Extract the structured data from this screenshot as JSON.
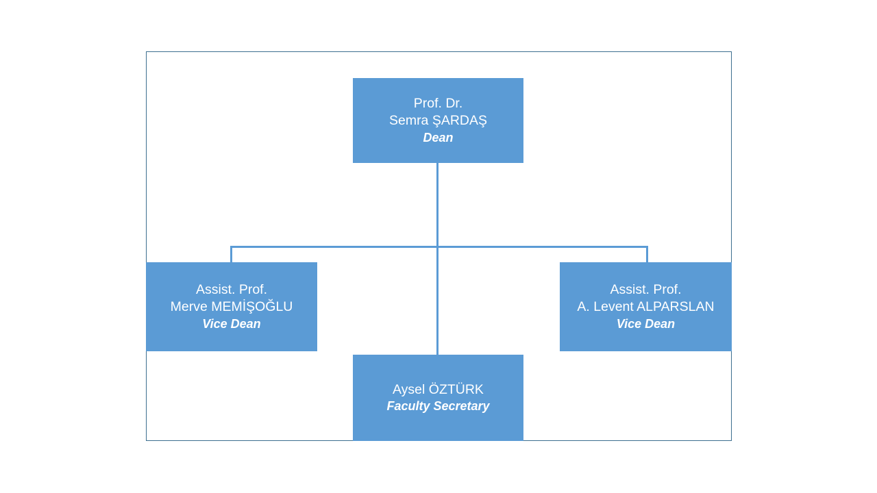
{
  "chart_data": {
    "type": "diagram",
    "diagram_type": "organization-chart",
    "title": "",
    "colors": {
      "node_fill": "#5B9BD5",
      "node_text": "#FFFFFF",
      "connector": "#5B9BD5",
      "frame_border": "#3C6E8F",
      "background": "#FFFFFF"
    },
    "nodes": [
      {
        "id": "dean",
        "level": 0,
        "title_prefix": "Prof. Dr.",
        "name": "Semra ŞARDAŞ",
        "role": "Dean"
      },
      {
        "id": "vice-dean-left",
        "level": 1,
        "title_prefix": "Assist. Prof.",
        "name": "Merve MEMİŞOĞLU",
        "role": "Vice Dean"
      },
      {
        "id": "vice-dean-right",
        "level": 1,
        "title_prefix": "Assist. Prof.",
        "name": "A. Levent ALPARSLAN",
        "role": "Vice Dean"
      },
      {
        "id": "faculty-secretary",
        "level": 1,
        "title_prefix": "",
        "name": "Aysel ÖZTÜRK",
        "role": "Faculty Secretary"
      }
    ],
    "edges": [
      {
        "from": "dean",
        "to": "vice-dean-left"
      },
      {
        "from": "dean",
        "to": "vice-dean-right"
      },
      {
        "from": "dean",
        "to": "faculty-secretary"
      }
    ]
  },
  "boxes": {
    "dean": {
      "title_prefix": "Prof. Dr.",
      "name": "Semra ŞARDAŞ",
      "role": "Dean"
    },
    "vice_dean_left": {
      "title_prefix": "Assist. Prof.",
      "name": "Merve MEMİŞOĞLU",
      "role": "Vice Dean"
    },
    "vice_dean_right": {
      "title_prefix": "Assist. Prof.",
      "name": "A. Levent ALPARSLAN",
      "role": "Vice Dean"
    },
    "faculty_secretary": {
      "title_prefix": "",
      "name": "Aysel ÖZTÜRK",
      "role": "Faculty Secretary"
    }
  }
}
